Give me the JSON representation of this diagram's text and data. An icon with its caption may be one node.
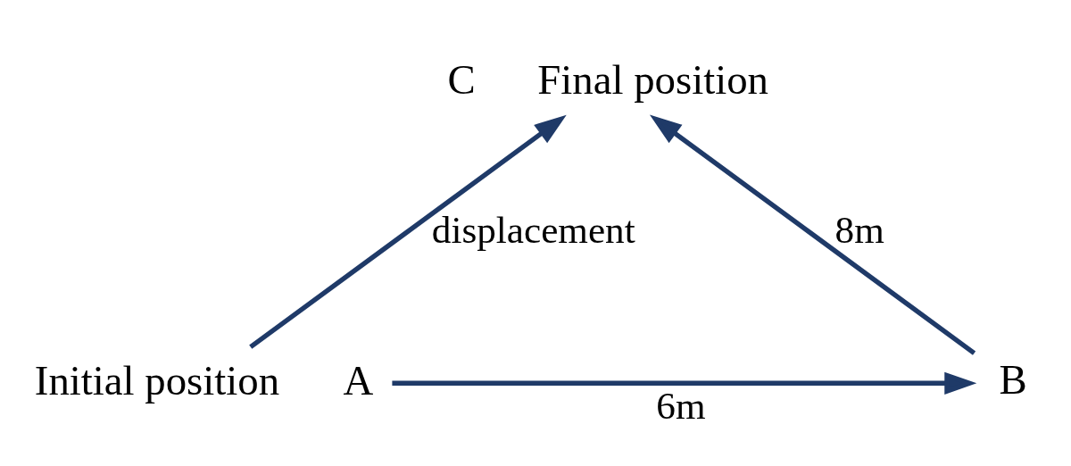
{
  "diagram": {
    "nodes": [
      {
        "text": [
          "A"
        ],
        "beside": [
          "Initial position"
        ]
      },
      {
        "text": [
          "B"
        ]
      },
      {
        "text": [
          "C"
        ],
        "beside": [
          "Final position"
        ]
      }
    ],
    "edges": [
      {
        "from": 0,
        "to": 1,
        "arrow": "to",
        "label": "6m"
      },
      {
        "from": 1,
        "to": 2,
        "arrow": "to",
        "label": "8m"
      },
      {
        "from": 0,
        "to": 2,
        "arrow": "to",
        "label": "displacement"
      }
    ]
  }
}
